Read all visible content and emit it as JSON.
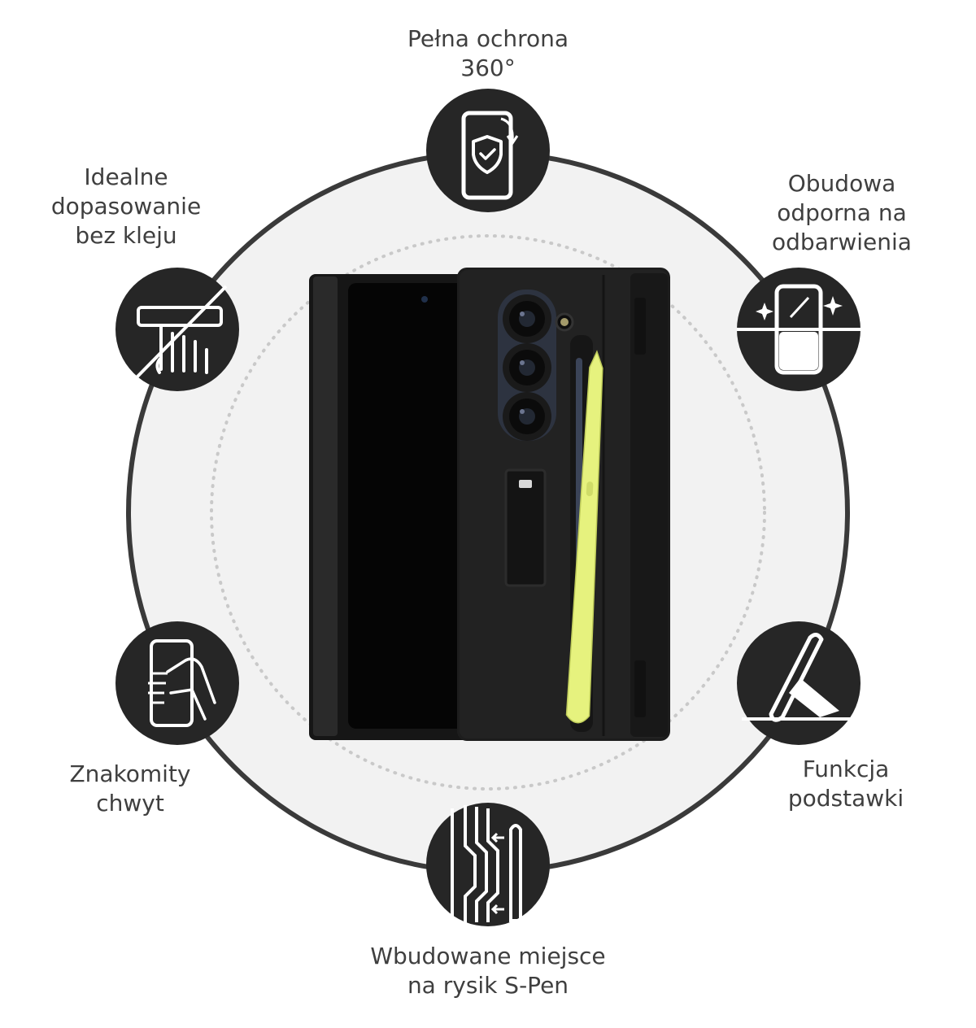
{
  "colors": {
    "background": "#ffffff",
    "big_circle_fill": "#f0f0f0",
    "big_circle_stroke": "#3a3a3a",
    "icon_circle": "#262626",
    "icon_stroke": "#ffffff",
    "phone_body": "#1b1b1b",
    "s_pen": "#e6f27e",
    "text": "#3f3f3f"
  },
  "features": [
    {
      "id": "protection",
      "icon": "shield-phone-rotate-icon",
      "lines": [
        "Pełna ochrona",
        "360°"
      ]
    },
    {
      "id": "anti-yellowing",
      "icon": "discoloration-resistant-icon",
      "lines": [
        "Obudowa",
        "odporna na",
        "odbarwienia"
      ]
    },
    {
      "id": "kickstand",
      "icon": "stand-icon",
      "lines": [
        "Funkcja",
        "podstawki"
      ]
    },
    {
      "id": "spen-slot",
      "icon": "spen-slot-icon",
      "lines": [
        "Wbudowane miejsce",
        "na rysik S-Pen"
      ]
    },
    {
      "id": "grip",
      "icon": "hand-grip-icon",
      "lines": [
        "Znakomity",
        "chwyt"
      ]
    },
    {
      "id": "fit",
      "icon": "no-glue-fit-icon",
      "lines": [
        "Idealne",
        "dopasowanie",
        "bez kleju"
      ]
    }
  ],
  "product": {
    "device": "foldable-phone-case",
    "pen_color": "#e6f27e"
  }
}
